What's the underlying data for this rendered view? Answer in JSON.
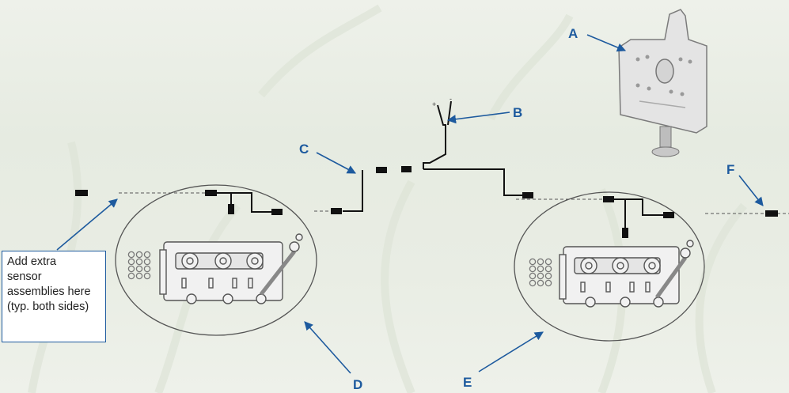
{
  "labels": {
    "a": "A",
    "b": "B",
    "c": "C",
    "d": "D",
    "e": "E",
    "f": "F"
  },
  "note": {
    "line1": "Add extra",
    "line2": "sensor",
    "line3": "assemblies here",
    "line4": "(typ. both sides)"
  },
  "colors": {
    "accent": "#1d5a9e",
    "cable": "#111111",
    "outline": "#555555"
  }
}
